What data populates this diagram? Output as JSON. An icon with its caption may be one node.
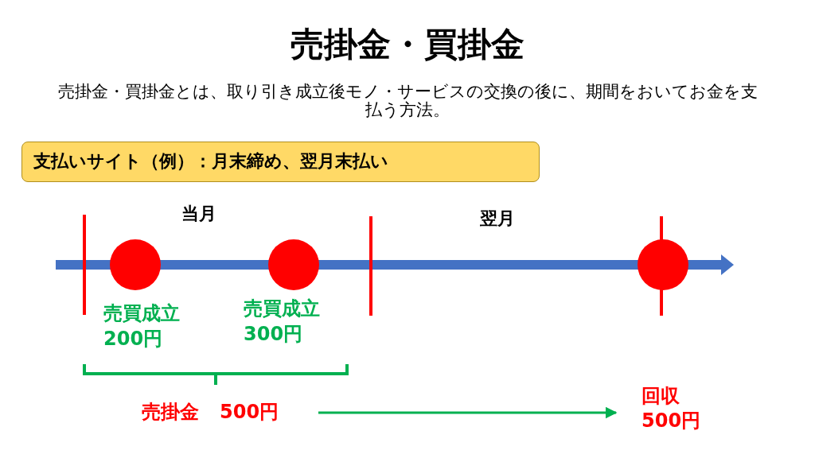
{
  "diagram": {
    "title": "売掛金・買掛金",
    "nodes": [
      {
        "text": [
          "支払いサイト（例）：月末締め、翌月末払い"
        ]
      },
      {
        "text": [],
        "shape": "circle",
        "beside": [
          "売買成立 200円"
        ]
      },
      {
        "text": [],
        "shape": "circle",
        "beside": [
          "売買成立 300円"
        ]
      },
      {
        "text": [],
        "shape": "circle"
      },
      {
        "text": [
          "売掛金",
          "500円"
        ]
      },
      {
        "text": [
          "回収 500円"
        ]
      }
    ],
    "edges": [
      {
        "from": 4,
        "to": 5,
        "arrow": "to",
        "color": "#00b050"
      }
    ],
    "labels": [
      "売掛金・買掛金とは、取り引き成立後モノ・サービスの交換の後に、期間をおいてお金を支払う方法。",
      "当月",
      "翌月"
    ]
  }
}
